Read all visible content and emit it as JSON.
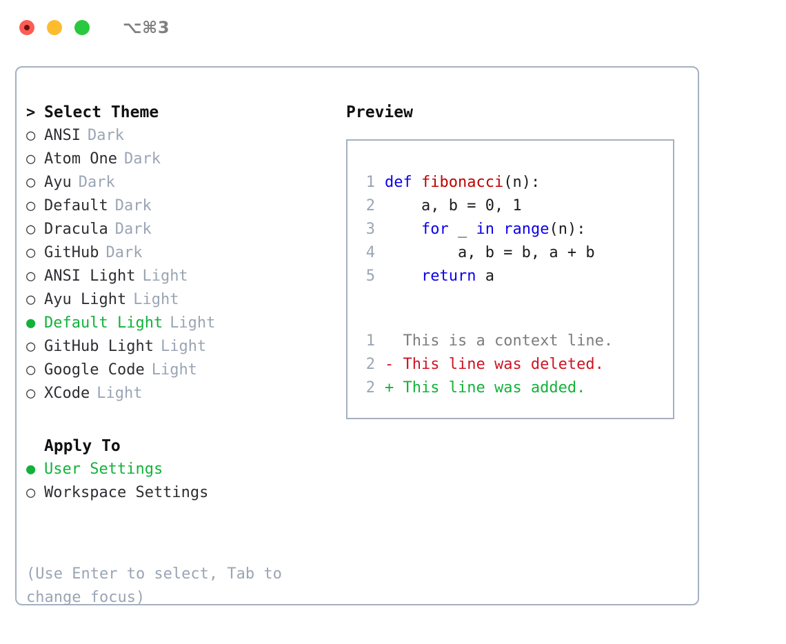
{
  "window": {
    "title": "⌥⌘3",
    "traffic_lights": [
      {
        "name": "close",
        "color": "#fc5c55"
      },
      {
        "name": "minimize",
        "color": "#fdbc2e"
      },
      {
        "name": "maximize",
        "color": "#28c83f"
      }
    ]
  },
  "theme_picker": {
    "heading": "Select Theme",
    "heading_caret": ">",
    "bullet_selected": "●",
    "bullet_unselected": "○",
    "items": [
      {
        "label": "ANSI",
        "tag": "Dark",
        "selected": false
      },
      {
        "label": "Atom One",
        "tag": "Dark",
        "selected": false
      },
      {
        "label": "Ayu",
        "tag": "Dark",
        "selected": false
      },
      {
        "label": "Default",
        "tag": "Dark",
        "selected": false
      },
      {
        "label": "Dracula",
        "tag": "Dark",
        "selected": false
      },
      {
        "label": "GitHub",
        "tag": "Dark",
        "selected": false
      },
      {
        "label": "ANSI Light",
        "tag": "Light",
        "selected": false
      },
      {
        "label": "Ayu Light",
        "tag": "Light",
        "selected": false
      },
      {
        "label": "Default Light",
        "tag": "Light",
        "selected": true
      },
      {
        "label": "GitHub Light",
        "tag": "Light",
        "selected": false
      },
      {
        "label": "Google Code",
        "tag": "Light",
        "selected": false
      },
      {
        "label": "XCode",
        "tag": "Light",
        "selected": false
      }
    ]
  },
  "apply_to": {
    "heading": "Apply To",
    "items": [
      {
        "label": "User Settings",
        "selected": true
      },
      {
        "label": "Workspace Settings",
        "selected": false
      }
    ]
  },
  "hint": "(Use Enter to select, Tab to change focus)",
  "preview": {
    "title": "Preview",
    "code_lines": [
      {
        "number": "1",
        "segments": [
          {
            "text": "def ",
            "kind": "keyword"
          },
          {
            "text": "fibonacci",
            "kind": "function"
          },
          {
            "text": "(n):",
            "kind": "plain"
          }
        ]
      },
      {
        "number": "2",
        "segments": [
          {
            "text": "    a, b = 0, 1",
            "kind": "plain"
          }
        ]
      },
      {
        "number": "3",
        "segments": [
          {
            "text": "    ",
            "kind": "plain"
          },
          {
            "text": "for",
            "kind": "keyword"
          },
          {
            "text": " _ ",
            "kind": "plain"
          },
          {
            "text": "in",
            "kind": "keyword"
          },
          {
            "text": " ",
            "kind": "plain"
          },
          {
            "text": "range",
            "kind": "builtin"
          },
          {
            "text": "(n):",
            "kind": "plain"
          }
        ]
      },
      {
        "number": "4",
        "segments": [
          {
            "text": "        a, b = b, a + b",
            "kind": "plain"
          }
        ]
      },
      {
        "number": "5",
        "segments": [
          {
            "text": "    ",
            "kind": "plain"
          },
          {
            "text": "return",
            "kind": "keyword"
          },
          {
            "text": " a",
            "kind": "plain"
          }
        ]
      }
    ],
    "diff_lines": [
      {
        "number": "1",
        "marker": " ",
        "text": "This is a context line.",
        "kind": "context"
      },
      {
        "number": "2",
        "marker": "-",
        "text": "This line was deleted.",
        "kind": "deleted"
      },
      {
        "number": "2",
        "marker": "+",
        "text": "This line was added.",
        "kind": "added"
      }
    ]
  },
  "colors": {
    "accent_green": "#12b23a",
    "muted": "#9aa5b4",
    "border": "#a4b0c0",
    "keyword": "#0c00e8",
    "function": "#c00000",
    "deleted": "#cf1322",
    "added": "#12b23a",
    "context": "#7d7d7d"
  }
}
